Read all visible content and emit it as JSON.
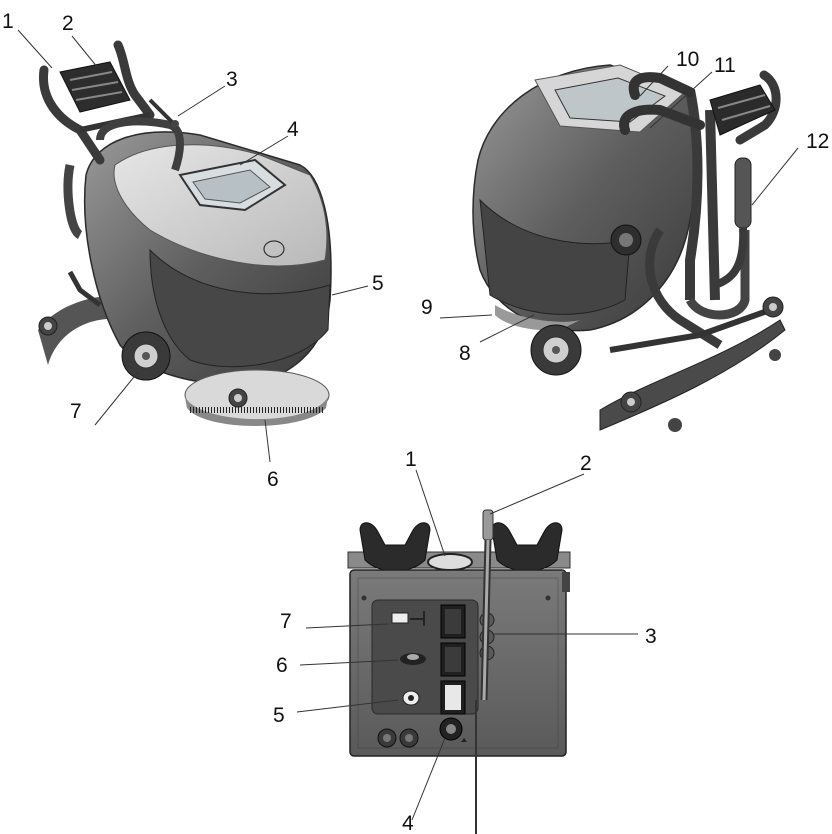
{
  "figure": {
    "top_left_view": {
      "callouts": [
        "1",
        "2",
        "3",
        "4",
        "5",
        "6",
        "7"
      ]
    },
    "top_right_view": {
      "callouts": [
        "8",
        "9",
        "10",
        "11",
        "12"
      ]
    },
    "control_panel_view": {
      "callouts": [
        "1",
        "2",
        "3",
        "4",
        "5",
        "6",
        "7"
      ]
    }
  }
}
